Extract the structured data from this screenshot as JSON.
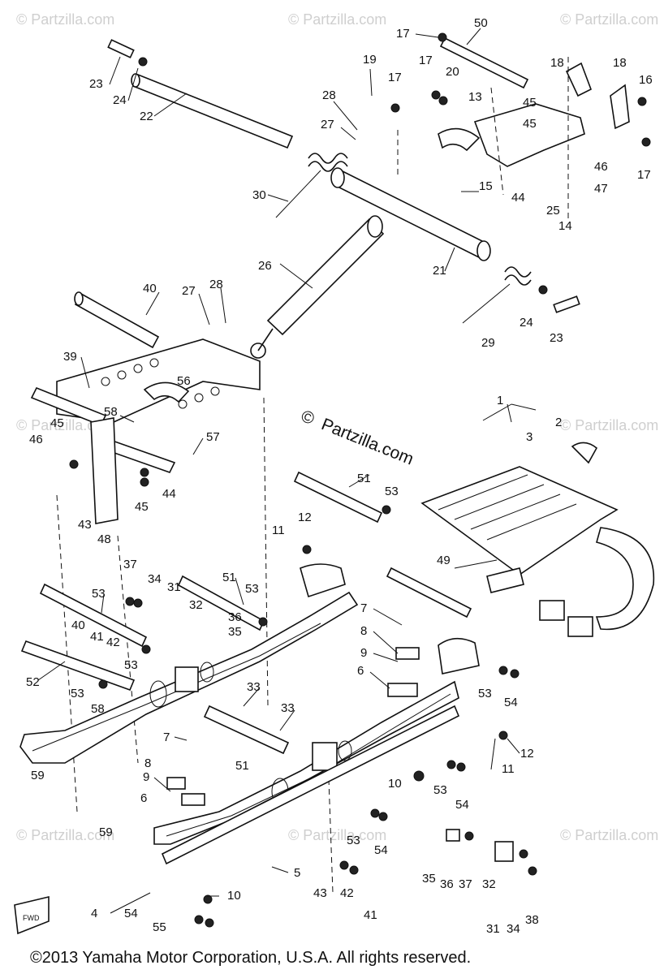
{
  "watermark_text": "© Partzilla.com",
  "center_watermark": {
    "copyright_mark": "©",
    "text": "Partzilla.com"
  },
  "copyright": "©2013 Yamaha Motor Corporation, U.S.A. All rights reserved.",
  "fwd_marker": "FWD",
  "callouts": [
    "1",
    "2",
    "3",
    "4",
    "5",
    "6",
    "6",
    "7",
    "7",
    "8",
    "8",
    "9",
    "9",
    "10",
    "10",
    "11",
    "11",
    "12",
    "12",
    "13",
    "14",
    "15",
    "16",
    "17",
    "17",
    "17",
    "17",
    "18",
    "18",
    "19",
    "20",
    "21",
    "22",
    "23",
    "23",
    "24",
    "24",
    "25",
    "26",
    "27",
    "27",
    "28",
    "28",
    "29",
    "30",
    "31",
    "31",
    "32",
    "32",
    "33",
    "33",
    "34",
    "34",
    "35",
    "35",
    "36",
    "36",
    "37",
    "37",
    "38",
    "39",
    "40",
    "40",
    "41",
    "41",
    "42",
    "42",
    "43",
    "43",
    "44",
    "44",
    "45",
    "45",
    "45",
    "45",
    "46",
    "46",
    "47",
    "48",
    "49",
    "50",
    "51",
    "51",
    "51",
    "52",
    "53",
    "53",
    "53",
    "53",
    "53",
    "53",
    "53",
    "53",
    "54",
    "54",
    "54",
    "54",
    "55",
    "56",
    "57",
    "58",
    "58",
    "59",
    "59"
  ]
}
